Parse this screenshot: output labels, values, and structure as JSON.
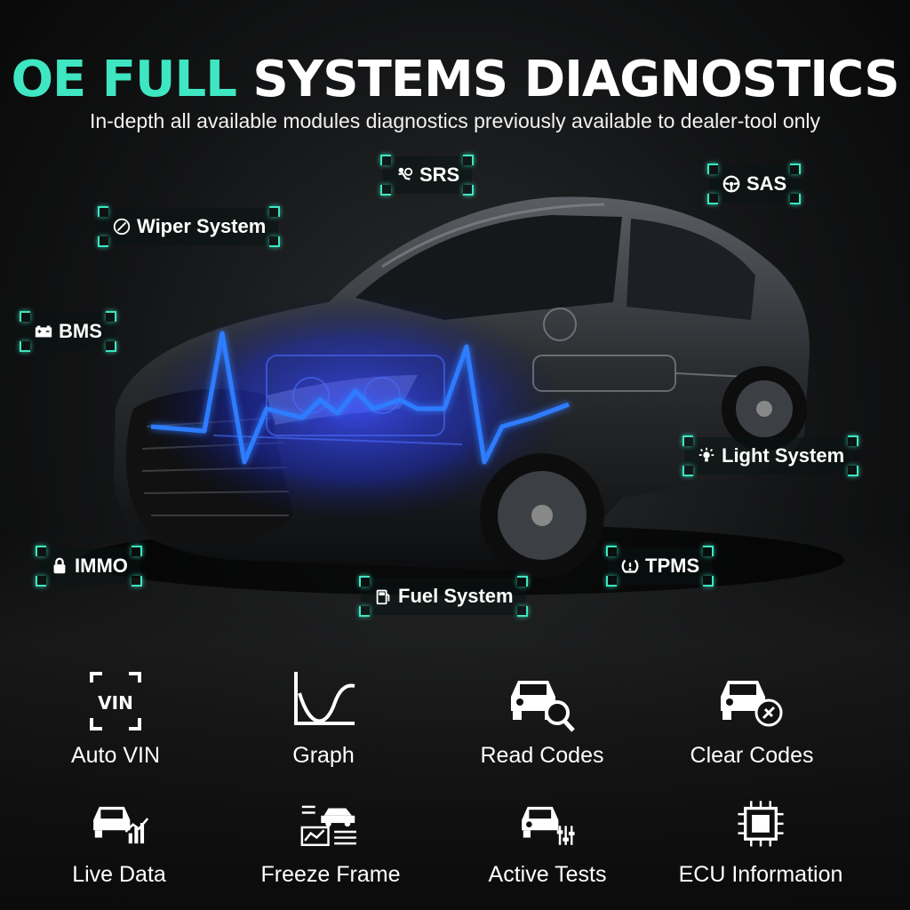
{
  "header": {
    "title_accent": "OE FULL",
    "title_rest": "SYSTEMS DIAGNOSTICS",
    "subtitle": "In-depth all available modules diagnostics previously available to dealer-tool only"
  },
  "accent_color": "#3fe6c2",
  "system_tags": [
    {
      "label": "SRS",
      "icon": "airbag-icon"
    },
    {
      "label": "SAS",
      "icon": "steering-wheel-icon"
    },
    {
      "label": "Wiper System",
      "icon": "wiper-icon"
    },
    {
      "label": "BMS",
      "icon": "battery-icon"
    },
    {
      "label": "Light System",
      "icon": "light-bulb-icon"
    },
    {
      "label": "IMMO",
      "icon": "lock-icon"
    },
    {
      "label": "TPMS",
      "icon": "tire-pressure-icon"
    },
    {
      "label": "Fuel System",
      "icon": "fuel-icon"
    }
  ],
  "features": [
    {
      "label": "Auto VIN",
      "icon": "vin-scan-icon",
      "icon_text": "VIN"
    },
    {
      "label": "Graph",
      "icon": "graph-icon"
    },
    {
      "label": "Read Codes",
      "icon": "car-search-icon"
    },
    {
      "label": "Clear Codes",
      "icon": "car-clear-icon"
    },
    {
      "label": "Live Data",
      "icon": "car-live-data-icon"
    },
    {
      "label": "Freeze Frame",
      "icon": "freeze-frame-icon"
    },
    {
      "label": "Active Tests",
      "icon": "car-active-test-icon"
    },
    {
      "label": "ECU Information",
      "icon": "chip-icon"
    }
  ]
}
